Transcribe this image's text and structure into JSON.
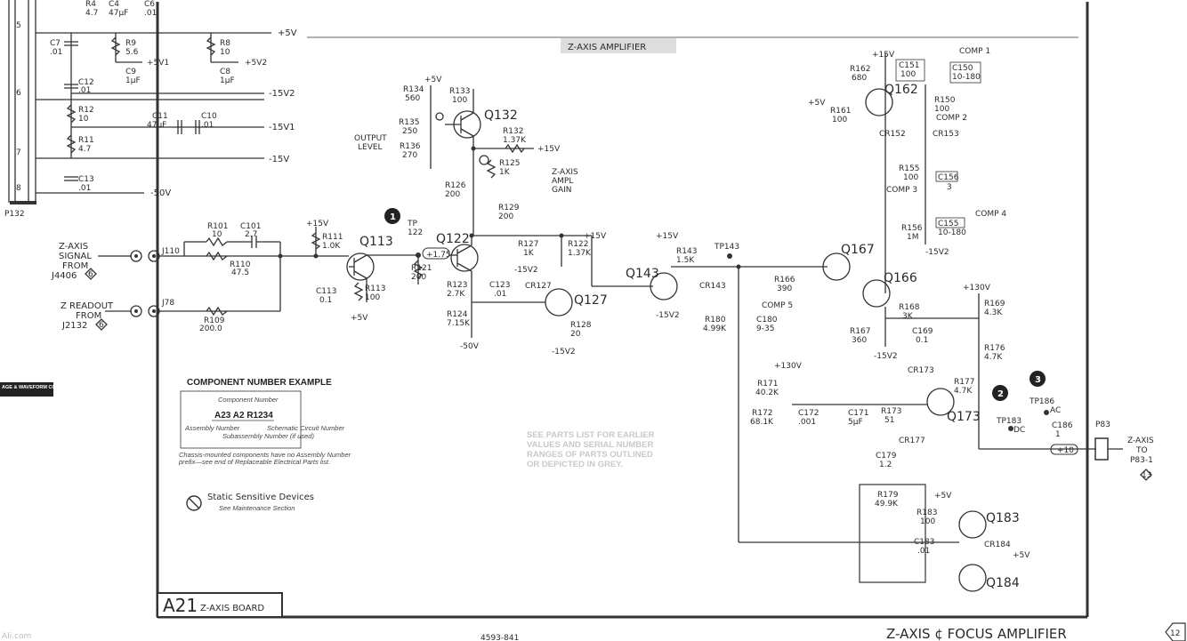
{
  "title": "Z-AXIS AMPLIFIER",
  "footer": {
    "title": "Z-AXIS ¢ FOCUS AMPLIFIER",
    "number": "4593-841",
    "page": "12",
    "source": "Ali.com"
  },
  "board": {
    "ref": "A21",
    "name": "Z-AXIS BOARD"
  },
  "tab_label": "AGE & WAVEFORM CONDITIONS",
  "grey_note": [
    "SEE PARTS LIST FOR EARLIER",
    "VALUES AND SERIAL NUMBER",
    "RANGES OF PARTS OUTLINED",
    "OR DEPICTED IN GREY."
  ],
  "example": {
    "title": "COMPONENT NUMBER EXAMPLE",
    "component_number": "Component Number",
    "code": "A23 A2 R1234",
    "assembly": "Assembly Number",
    "subassembly": "Subassembly Number (if used)",
    "schematic": "Schematic Circuit Number",
    "note1": "Chassis-mounted components have no Assembly Number",
    "note2": "prefix—see end of Replaceable Electrical Parts list."
  },
  "static": {
    "title": "Static Sensitive Devices",
    "sub": "See Maintenance Section"
  },
  "inputs": {
    "zaxis": [
      "Z-AXIS",
      "SIGNAL",
      "FROM",
      "J4406"
    ],
    "zaxis_num": "6",
    "zread": [
      "Z READOUT",
      "FROM",
      "J2132"
    ],
    "zread_num": "6",
    "j110": "J110",
    "j78": "J78",
    "p132": "P132"
  },
  "output": {
    "lines": [
      "Z-AXIS",
      "TO",
      "P83-1"
    ],
    "conn": "P83",
    "num": "13",
    "dc_box": "+10"
  },
  "voltages": {
    "p5v": "+5V",
    "p5v1": "+5V1",
    "p5v2": "+5V2",
    "m15v2": "-15V2",
    "m15v1": "-15V1",
    "m15v": "-15V",
    "m50v": "-50V",
    "p15v": "+15V",
    "p130v": "+130V",
    "m15vt": "-15V2"
  },
  "supply": {
    "r4": [
      "R4",
      "4.7"
    ],
    "c4": [
      "C4",
      "47µF"
    ],
    "c6": [
      "C6",
      ".01"
    ],
    "c7": [
      "C7",
      ".01"
    ],
    "r9": [
      "R9",
      "5.6"
    ],
    "c9": [
      "C9",
      "1µF"
    ],
    "r8": [
      "R8",
      "10"
    ],
    "c8": [
      "C8",
      "1µF"
    ],
    "c12": [
      "C12",
      ".01"
    ],
    "r12": [
      "R12",
      "10"
    ],
    "c11": [
      "C11",
      "47µF"
    ],
    "c10": [
      "C10",
      ".01"
    ],
    "r11": [
      "R11",
      "4.7"
    ],
    "c13": [
      "C13",
      ".01"
    ],
    "pins": [
      "5",
      "6",
      "7",
      "8"
    ]
  },
  "components": {
    "r101": [
      "R101",
      "10"
    ],
    "c101": [
      "C101",
      "2.7"
    ],
    "r110": [
      "R110",
      "47.5"
    ],
    "r109": [
      "R109",
      "200.0"
    ],
    "r111": [
      "R111",
      "1.0K"
    ],
    "q113": "Q113",
    "c113": [
      "C113",
      "0.1"
    ],
    "r113": [
      "R113",
      "100"
    ],
    "tp122": [
      "TP",
      "122"
    ],
    "tp_val": "+1.75",
    "r121": [
      "R121",
      "200"
    ],
    "q122": "Q122",
    "q132": "Q132",
    "r134": [
      "R134",
      "560"
    ],
    "r133": [
      "R133",
      "100"
    ],
    "r135": [
      "R135",
      "250"
    ],
    "r136": [
      "R136",
      "270"
    ],
    "output_level": [
      "OUTPUT",
      "LEVEL"
    ],
    "r132": [
      "R132",
      "1.37K"
    ],
    "r125": [
      "R125",
      "1K"
    ],
    "ampl_gain": [
      "Z-AXIS",
      "AMPL",
      "GAIN"
    ],
    "r126": [
      "R126",
      "200"
    ],
    "r129": [
      "R129",
      "200"
    ],
    "r127": [
      "R127",
      "1K"
    ],
    "r122": [
      "R122",
      "1.37K"
    ],
    "r123": [
      "R123",
      "2.7K"
    ],
    "c123": [
      "C123",
      ".01"
    ],
    "cr127": "CR127",
    "r124": [
      "R124",
      "7.15K"
    ],
    "q127": "Q127",
    "r128": [
      "R128",
      "20"
    ],
    "q143": "Q143",
    "r143": [
      "R143",
      "1.5K"
    ],
    "tp143": "TP143",
    "cr143": "CR143",
    "r166": [
      "R166",
      "390"
    ],
    "r180": [
      "R180",
      "4.99K"
    ],
    "c180": [
      "C180",
      "9-35"
    ],
    "comp5": "COMP 5",
    "q167": "Q167",
    "q166": "Q166",
    "q162": "Q162",
    "r162": [
      "R162",
      "680"
    ],
    "r161": [
      "R161",
      "100"
    ],
    "c151": [
      "C151",
      "100"
    ],
    "c150": [
      "C150",
      "10-180"
    ],
    "comp1": "COMP 1",
    "r150": [
      "R150",
      "100"
    ],
    "comp2": "COMP 2",
    "cr152": "CR152",
    "cr153": "CR153",
    "r155": [
      "R155",
      "100"
    ],
    "c156": [
      "C156",
      "3"
    ],
    "comp3": "COMP 3",
    "r156": [
      "R156",
      "1M"
    ],
    "c155": [
      "C155",
      "10-180"
    ],
    "comp4": "COMP 4",
    "r168": [
      "R168",
      "3K"
    ],
    "r167": [
      "R167",
      "360"
    ],
    "c169": [
      "C169",
      "0.1"
    ],
    "r169": [
      "R169",
      "4.3K"
    ],
    "r176": [
      "R176",
      "4.7K"
    ],
    "r171": [
      "R171",
      "40.2K"
    ],
    "r172": [
      "R172",
      "68.1K"
    ],
    "c172": [
      "C172",
      ".001"
    ],
    "c171": [
      "C171",
      "5µF"
    ],
    "r173": [
      "R173",
      "51"
    ],
    "cr173": "CR173",
    "r177": [
      "R177",
      "4.7K"
    ],
    "cr177": "CR177",
    "q173": "Q173",
    "tp183": [
      "TP183",
      "DC"
    ],
    "tp186": [
      "TP186",
      "AC"
    ],
    "c186": [
      "C186",
      "1"
    ],
    "c179": [
      "C179",
      "1.2"
    ],
    "r179": [
      "R179",
      "49.9K"
    ],
    "r183": [
      "R183",
      "100"
    ],
    "c183": [
      "C183",
      ".01"
    ],
    "cr184": "CR184",
    "q183": "Q183",
    "q184": "Q184",
    "wf1": "1",
    "wf2": "2",
    "wf3": "3"
  }
}
